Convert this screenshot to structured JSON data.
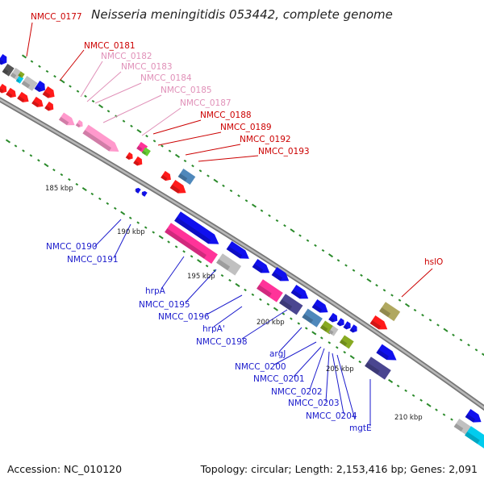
{
  "title": "Neisseria meningitidis 053442, complete genome",
  "footer": {
    "accession": "Accession: NC_010120",
    "summary": "Topology: circular; Length: 2,153,416 bp; Genes: 2,091"
  },
  "colors": {
    "backbone": "#8a8a8a",
    "tick": "#2a8a2a",
    "label_red": "#cc0000",
    "label_pink": "#e090b8",
    "label_blue": "#1a1acc",
    "gene_red": "#ff1a1a",
    "gene_blue": "#1010ee",
    "gene_pink": "#ff99cc",
    "gene_magenta": "#ff3399",
    "gene_gray": "#c0c0c0",
    "gene_darkgray": "#555555",
    "gene_steel": "#4f88bb",
    "gene_navy": "#4a4690",
    "gene_olive": "#88aa22",
    "gene_khaki": "#b0a860",
    "gene_cyan": "#00ccee",
    "gene_green": "#66cc33"
  },
  "kbp_ticks": [
    "185 kbp",
    "190 kbp",
    "195 kbp",
    "200 kbp",
    "205 kbp",
    "210 kbp"
  ],
  "labels_top": [
    {
      "text": "NMCC_0177",
      "color": "red"
    },
    {
      "text": "NMCC_0181",
      "color": "red"
    },
    {
      "text": "NMCC_0182",
      "color": "pink"
    },
    {
      "text": "NMCC_0183",
      "color": "pink"
    },
    {
      "text": "NMCC_0184",
      "color": "pink"
    },
    {
      "text": "NMCC_0185",
      "color": "pink"
    },
    {
      "text": "NMCC_0187",
      "color": "pink"
    },
    {
      "text": "NMCC_0188",
      "color": "red"
    },
    {
      "text": "NMCC_0189",
      "color": "red"
    },
    {
      "text": "NMCC_0192",
      "color": "red"
    },
    {
      "text": "NMCC_0193",
      "color": "red"
    },
    {
      "text": "hslO",
      "color": "red"
    }
  ],
  "labels_bottom": [
    {
      "text": "NMCC_0190",
      "color": "blue"
    },
    {
      "text": "NMCC_0191",
      "color": "blue"
    },
    {
      "text": "hrpA",
      "color": "blue"
    },
    {
      "text": "NMCC_0195",
      "color": "blue"
    },
    {
      "text": "NMCC_0196",
      "color": "blue"
    },
    {
      "text": "hrpA'",
      "color": "blue"
    },
    {
      "text": "NMCC_0198",
      "color": "blue"
    },
    {
      "text": "argJ",
      "color": "blue"
    },
    {
      "text": "NMCC_0200",
      "color": "blue"
    },
    {
      "text": "NMCC_0201",
      "color": "blue"
    },
    {
      "text": "NMCC_0202",
      "color": "blue"
    },
    {
      "text": "NMCC_0203",
      "color": "blue"
    },
    {
      "text": "NMCC_0204",
      "color": "blue"
    },
    {
      "text": "mgtE",
      "color": "blue"
    }
  ]
}
